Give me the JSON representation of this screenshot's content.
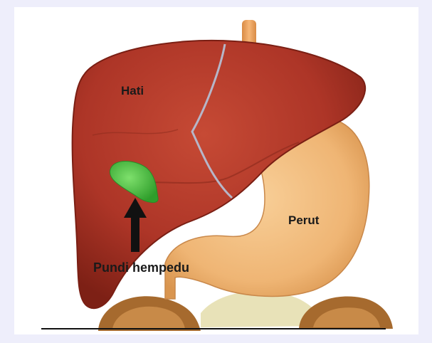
{
  "labels": {
    "liver": "Hati",
    "stomach": "Perut",
    "gallbladder": "Pundi hempedu"
  },
  "colors": {
    "page_background": "#eeeefb",
    "liver": "#b13a2b",
    "liver_dark": "#7f2116",
    "gallbladder": "#46c43c",
    "stomach": "#f1b97a",
    "esophagus": "#f0a85e",
    "arrow": "#111111"
  }
}
